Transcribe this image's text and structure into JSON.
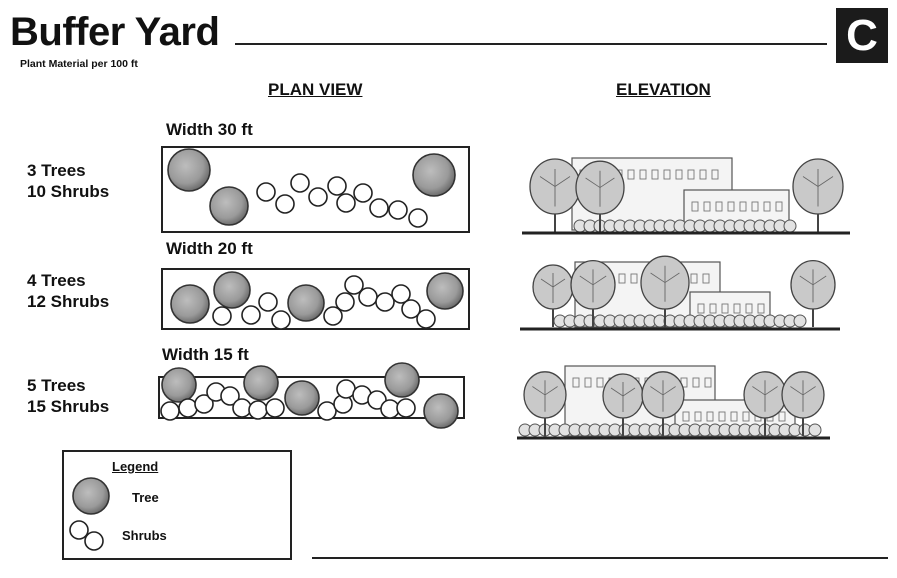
{
  "title": "Buffer Yard",
  "subtitle": "Plant Material per 100 ft",
  "badge": "C",
  "headers": {
    "plan": "PLAN VIEW",
    "elevation": "ELEVATION"
  },
  "rows": [
    {
      "trees": "3 Trees",
      "shrubs": "10 Shrubs",
      "width": "Width 30 ft"
    },
    {
      "trees": "4 Trees",
      "shrubs": "12 Shrubs",
      "width": "Width 20 ft"
    },
    {
      "trees": "5 Trees",
      "shrubs": "15 Shrubs",
      "width": "Width 15 ft"
    }
  ],
  "legend": {
    "title": "Legend",
    "tree": "Tree",
    "shrubs": "Shrubs"
  },
  "colors": {
    "tree_fill": "#9a9a9a",
    "tree_center": "#bdbdbd",
    "shrub_stroke": "#222222",
    "ink": "#111111",
    "badge_bg": "#1b1b1b"
  }
}
